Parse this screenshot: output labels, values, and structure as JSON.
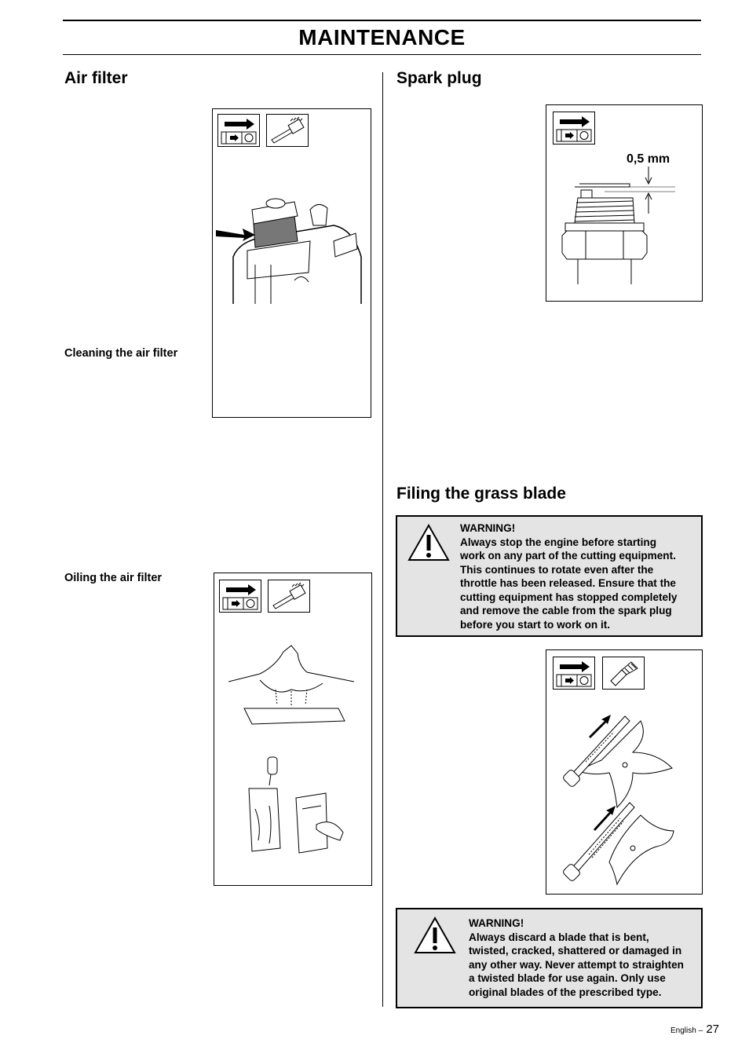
{
  "page": {
    "header_title": "MAINTENANCE",
    "footer_language": "English –",
    "footer_page_number": "27"
  },
  "left_column": {
    "section_title": "Air filter",
    "subsection_cleaning": "Cleaning the air filter",
    "subsection_oiling": "Oiling the air filter"
  },
  "right_column": {
    "spark_plug_title": "Spark plug",
    "spark_plug_gap_label": "0,5 mm",
    "filing_title": "Filing the grass blade",
    "warning1": {
      "heading": "WARNING!",
      "lines": [
        "Always stop the engine before starting",
        "work on any part of the cutting equipment.",
        "This continues to rotate even after the",
        "throttle has been released. Ensure that the",
        "cutting equipment has stopped completely",
        "and remove the cable from the spark plug",
        "before you start to work on it."
      ]
    },
    "warning2": {
      "heading": "WARNING!",
      "lines": [
        "Always discard a blade that is bent,",
        "twisted, cracked, shattered or damaged in",
        "any other way. Never attempt to straighten",
        "a twisted blade for use again. Only use",
        "original blades of the prescribed type."
      ]
    }
  },
  "icons": [
    "stop-engine-icon",
    "brush-icon",
    "file-tool-icon",
    "warning-triangle-icon"
  ]
}
